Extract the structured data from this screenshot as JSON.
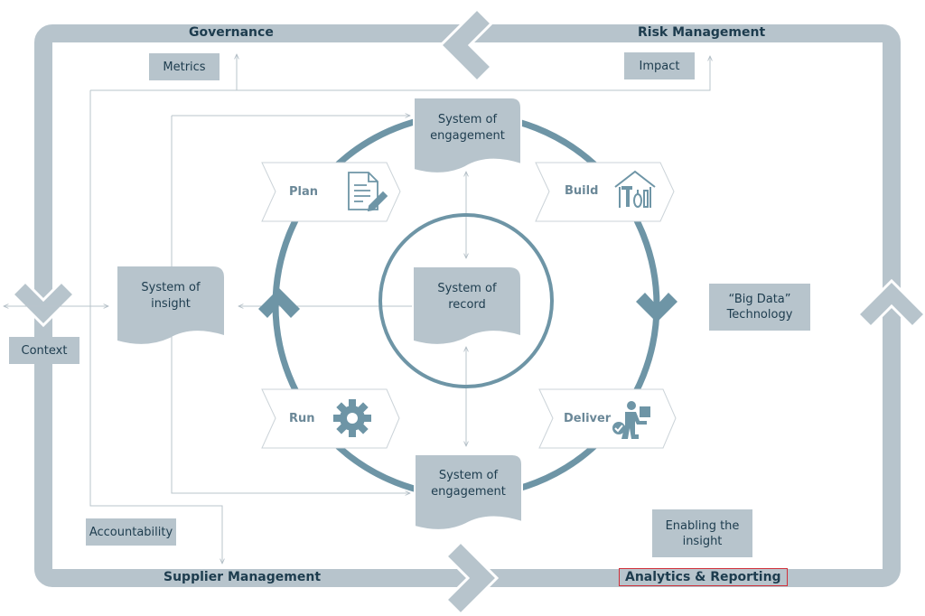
{
  "frame_labels": {
    "governance": "Governance",
    "risk_management": "Risk Management",
    "supplier_management": "Supplier Management",
    "analytics_reporting": "Analytics & Reporting"
  },
  "tags": {
    "metrics": "Metrics",
    "impact": "Impact",
    "context": "Context",
    "accountability": "Accountability",
    "big_data_line1": "“Big Data”",
    "big_data_line2": "Technology",
    "enabling_line1": "Enabling the",
    "enabling_line2": "insight"
  },
  "documents": {
    "engagement_top_line1": "System of",
    "engagement_top_line2": "engagement",
    "record_line1": "System of",
    "record_line2": "record",
    "insight_line1": "System of",
    "insight_line2": "insight",
    "engagement_bottom_line1": "System of",
    "engagement_bottom_line2": "engagement"
  },
  "steps": {
    "plan": "Plan",
    "build": "Build",
    "run": "Run",
    "deliver": "Deliver"
  },
  "icons": [
    "document-edit-icon",
    "tools-house-icon",
    "gear-icon",
    "delivery-person-icon"
  ],
  "colors": {
    "frame": "#b7c4cc",
    "cycle": "#6e95a6",
    "text_dark": "#1d3c4e",
    "step_text": "#6b8898",
    "connector": "#b9c4cb",
    "highlight_border": "#d0303a"
  }
}
